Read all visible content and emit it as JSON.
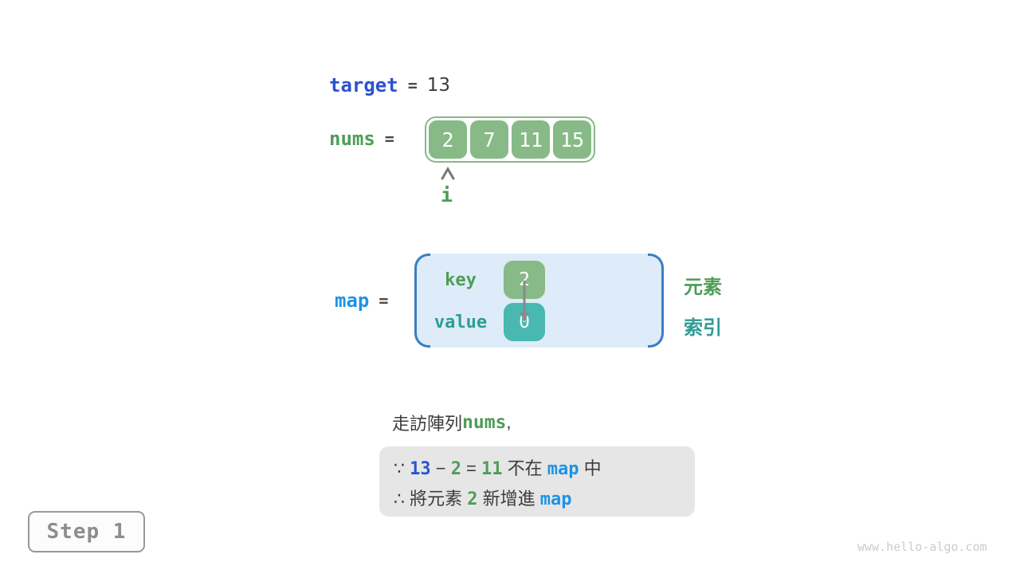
{
  "diagram": {
    "target_line": [
      {
        "t": "target",
        "c": "kw royal"
      },
      {
        "t": "=",
        "c": "eq"
      },
      {
        "t": "13",
        "c": "val"
      }
    ],
    "nums_line": [
      {
        "t": "nums",
        "c": "kw green"
      },
      {
        "t": "=",
        "c": "eq"
      }
    ],
    "nums_array": {
      "values": [
        "2",
        "7",
        "11",
        "15"
      ]
    },
    "index_pointer": {
      "label": "i",
      "points_to_index": 0
    },
    "map_line": [
      {
        "t": "map",
        "c": "kw bright"
      },
      {
        "t": "=",
        "c": "eq"
      }
    ],
    "map_box": {
      "key_label": "key",
      "value_label": "value",
      "entry": {
        "key": "2",
        "value": "0"
      }
    },
    "side_labels": {
      "element": "元素",
      "index": "索引"
    },
    "caption": [
      {
        "t": "走訪陣列 ",
        "c": "cjk"
      },
      {
        "t": "nums",
        "c": "kw green"
      },
      {
        "t": " ,",
        "c": "cjk"
      }
    ],
    "note": {
      "line1": [
        {
          "t": "∵ ",
          "c": "cjk"
        },
        {
          "t": "13",
          "c": "mono royal"
        },
        {
          "t": " − ",
          "c": "cjk"
        },
        {
          "t": "2",
          "c": "mono green"
        },
        {
          "t": " = ",
          "c": "cjk"
        },
        {
          "t": "11",
          "c": "mono green"
        },
        {
          "t": " 不在 ",
          "c": "cjk"
        },
        {
          "t": "map",
          "c": "mono bright"
        },
        {
          "t": " 中",
          "c": "cjk"
        }
      ],
      "line2": [
        {
          "t": "∴ 將元素 ",
          "c": "cjk"
        },
        {
          "t": "2",
          "c": "mono green"
        },
        {
          "t": " 新增進 ",
          "c": "cjk"
        },
        {
          "t": "map",
          "c": "mono bright"
        }
      ]
    },
    "step_label": "Step 1",
    "watermark": "www.hello-algo.com",
    "colors": {
      "green_fill": "#87BA87",
      "teal_fill": "#48B8B0",
      "green_text": "#4F9D57",
      "teal_text": "#2E9C96",
      "royal_blue": "#2B52CE",
      "bright_blue": "#1E93E6",
      "map_fill": "#DDECF8",
      "map_bracket": "#3A7EC2",
      "note_bg": "#E6E6E6",
      "arrow_gray": "#8A8A8A"
    }
  }
}
